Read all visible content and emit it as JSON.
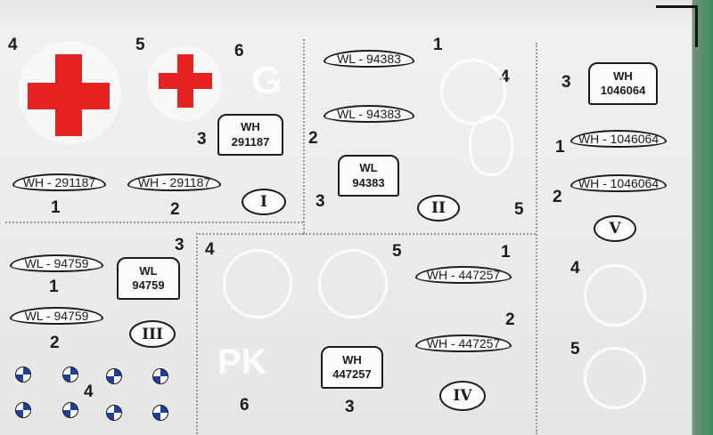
{
  "serials": {
    "s1": {
      "arc1": "WH - 291187",
      "arc2": "WH - 291187",
      "plate_top": "WH",
      "plate_bottom": "291187",
      "roman": "I"
    },
    "s2": {
      "arc1": "WL - 94383",
      "arc2": "WL - 94383",
      "plate_top": "WL",
      "plate_bottom": "94383",
      "roman": "II"
    },
    "s3": {
      "arc1": "WH - 1046064",
      "arc2": "WH - 1046064",
      "plate_top": "WH",
      "plate_bottom": "1046064",
      "roman": "V"
    },
    "s4": {
      "arc1": "WL - 94759",
      "arc2": "WL - 94759",
      "plate_top": "WL",
      "plate_bottom": "94759",
      "roman": "III"
    },
    "s5": {
      "arc1": "WH - 447257",
      "arc2": "WH - 447257",
      "plate_top": "WH",
      "plate_bottom": "447257",
      "roman": "IV"
    }
  },
  "numbers": {
    "n4a": "4",
    "n5a": "5",
    "n6a": "6",
    "n3a": "3",
    "n1a": "1",
    "n2a": "2",
    "n1b": "1",
    "n4b": "4",
    "n2b": "2",
    "n3b": "3",
    "n5b": "5",
    "n3c": "3",
    "n1c": "1",
    "n2c": "2",
    "n4c": "4",
    "n5c": "5",
    "n3d": "3",
    "n1d": "1",
    "n2d": "2",
    "n4d": "4",
    "n4e": "4",
    "n5e": "5",
    "n1e": "1",
    "n2e": "2",
    "n3e": "3",
    "n6e": "6"
  },
  "ghost_letters": {
    "g": "G",
    "pk": "PK"
  },
  "colors": {
    "cross_red": "#e42222",
    "dot_blue": "#1f3f9e",
    "ink": "#1c1c1c",
    "board_green": "#2f8a5a"
  }
}
